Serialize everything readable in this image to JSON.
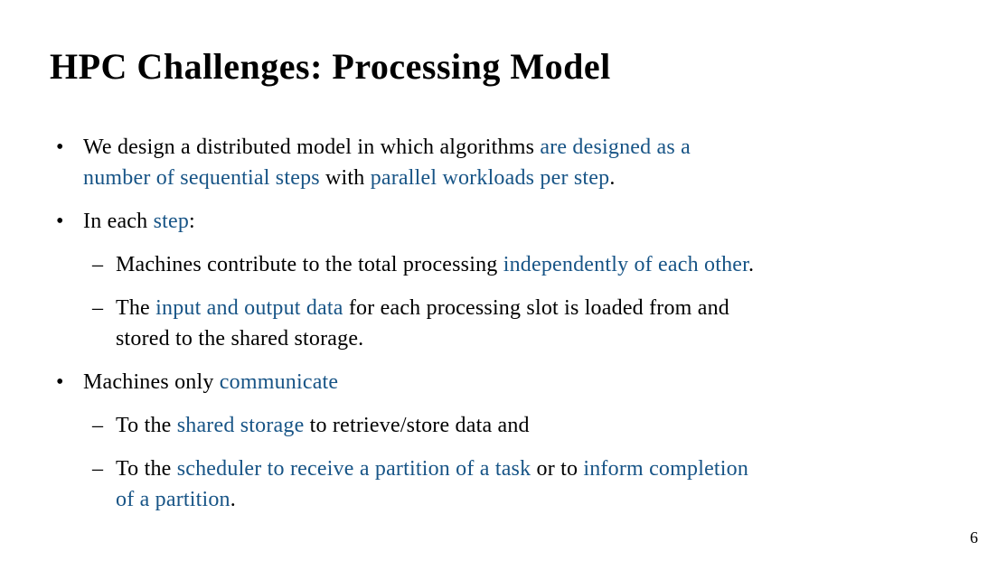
{
  "slide": {
    "title": "HPC Challenges: Processing Model",
    "page_number": "6",
    "colors": {
      "background": "#ffffff",
      "text_black": "#000000",
      "accent_blue": "#175486"
    },
    "bullets": [
      {
        "level": 1,
        "marker": "•",
        "segments": [
          {
            "text": "We design a distributed model in which algorithms ",
            "color": "black"
          },
          {
            "text": "are designed as a\nnumber of sequential steps",
            "color": "blue"
          },
          {
            "text": " with ",
            "color": "black"
          },
          {
            "text": "parallel workloads per step",
            "color": "blue"
          },
          {
            "text": ".",
            "color": "black"
          }
        ]
      },
      {
        "level": 1,
        "marker": "•",
        "segments": [
          {
            "text": "In each ",
            "color": "black"
          },
          {
            "text": "step",
            "color": "blue"
          },
          {
            "text": ":",
            "color": "black"
          }
        ]
      },
      {
        "level": 2,
        "marker": "–",
        "segments": [
          {
            "text": "Machines contribute to the total processing ",
            "color": "black"
          },
          {
            "text": "independently of each other",
            "color": "blue"
          },
          {
            "text": ".",
            "color": "black"
          }
        ]
      },
      {
        "level": 2,
        "marker": "–",
        "segments": [
          {
            "text": "The ",
            "color": "black"
          },
          {
            "text": "input and output data",
            "color": "blue"
          },
          {
            "text": " for each processing slot is loaded from and\nstored to the shared storage.",
            "color": "black"
          }
        ]
      },
      {
        "level": 1,
        "marker": "•",
        "segments": [
          {
            "text": "Machines only ",
            "color": "black"
          },
          {
            "text": "communicate",
            "color": "blue"
          }
        ]
      },
      {
        "level": 2,
        "marker": "–",
        "segments": [
          {
            "text": "To the ",
            "color": "black"
          },
          {
            "text": "shared storage",
            "color": "blue"
          },
          {
            "text": " to retrieve/store data and",
            "color": "black"
          }
        ]
      },
      {
        "level": 2,
        "marker": "–",
        "segments": [
          {
            "text": "To the ",
            "color": "black"
          },
          {
            "text": "scheduler to receive a partition of a task",
            "color": "blue"
          },
          {
            "text": " or to ",
            "color": "black"
          },
          {
            "text": "inform completion\nof a partition",
            "color": "blue"
          },
          {
            "text": ".",
            "color": "black"
          }
        ]
      }
    ]
  }
}
